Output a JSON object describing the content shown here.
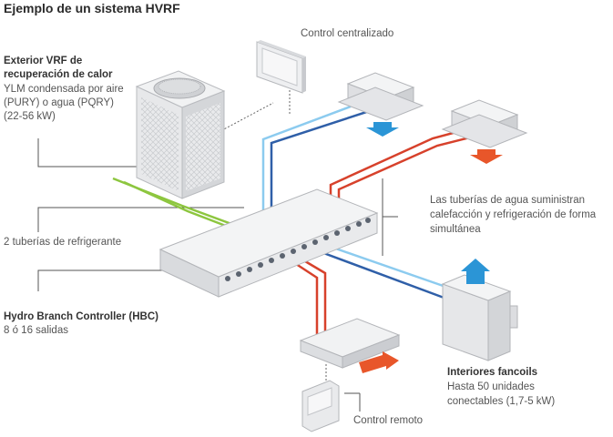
{
  "title": "Ejemplo de un sistema HVRF",
  "outdoor": {
    "heading_line1": "Exterior VRF de",
    "heading_line2": "recuperación de calor",
    "desc_line1": "YLM condensada por aire",
    "desc_line2": "(PURY) o agua (PQRY)",
    "desc_line3": "(22-56 kW)"
  },
  "central_control": "Control centralizado",
  "refrigerant_pipes": "2 tuberías de refrigerante",
  "water_pipes": {
    "line1": "Las tuberías de agua suministran",
    "line2": "calefacción y refrigeración de forma",
    "line3": "simultánea"
  },
  "hbc": {
    "heading": "Hydro Branch Controller (HBC)",
    "desc": "8 ó 16 salidas"
  },
  "fancoils": {
    "heading": "Interiores fancoils",
    "line1": "Hasta 50 unidades",
    "line2": "conectables (1,7-5 kW)"
  },
  "remote_control": "Control remoto",
  "colors": {
    "refrigerant": "#8dc63f",
    "hot_water": "#d7412b",
    "cold_water_light": "#8ccbef",
    "cold_water_dark": "#2f5fa8",
    "heat_arrow": "#e8562a",
    "cool_arrow": "#2b95d6"
  },
  "icons": [
    "outdoor-unit-icon",
    "central-controller-icon",
    "cassette-unit-icon",
    "hbc-unit-icon",
    "ducted-unit-icon",
    "floor-fancoil-icon",
    "remote-control-icon"
  ]
}
